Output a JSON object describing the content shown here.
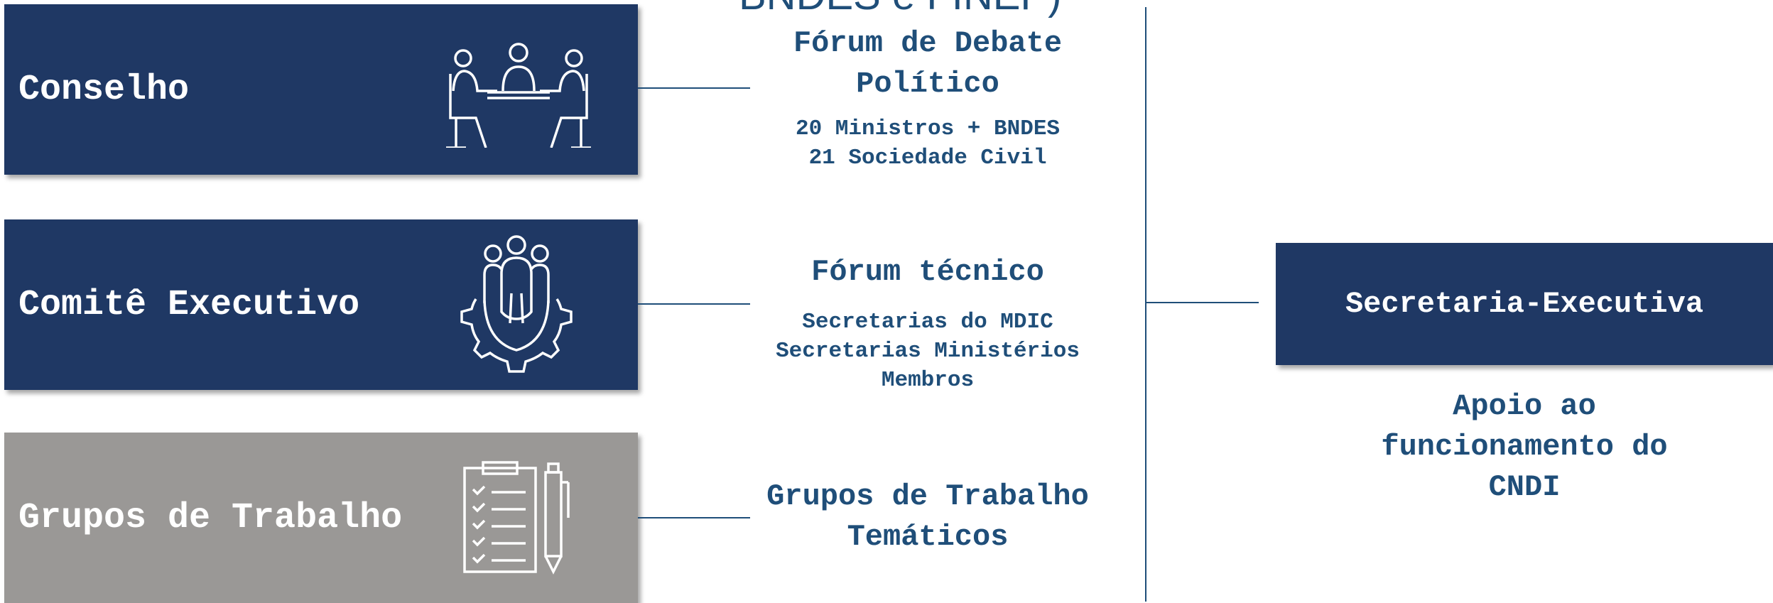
{
  "top_clipped_text": "BNDES e FINEP)",
  "boxes": [
    {
      "label": "Conselho",
      "icon": "meeting-table-icon",
      "color": "#1f3864"
    },
    {
      "label": "Comitê Executivo",
      "icon": "team-gear-icon",
      "color": "#1f3864"
    },
    {
      "label": "Grupos de Trabalho",
      "icon": "checklist-pen-icon",
      "color": "#9a9896"
    }
  ],
  "descriptions": [
    {
      "heading": "Fórum de Debate Político",
      "lines": [
        "20 Ministros + BNDES",
        "21 Sociedade Civil"
      ]
    },
    {
      "heading": "Fórum técnico",
      "lines": [
        "Secretarias do MDIC",
        "Secretarias Ministérios",
        "Membros"
      ]
    },
    {
      "heading": "Grupos de Trabalho Temáticos",
      "lines": []
    }
  ],
  "secretaria": {
    "label": "Secretaria-Executiva",
    "description": "Apoio ao funcionamento do CNDI",
    "color": "#1f3864"
  },
  "colors": {
    "line": "#1f4e79",
    "text": "#1f4e79"
  }
}
